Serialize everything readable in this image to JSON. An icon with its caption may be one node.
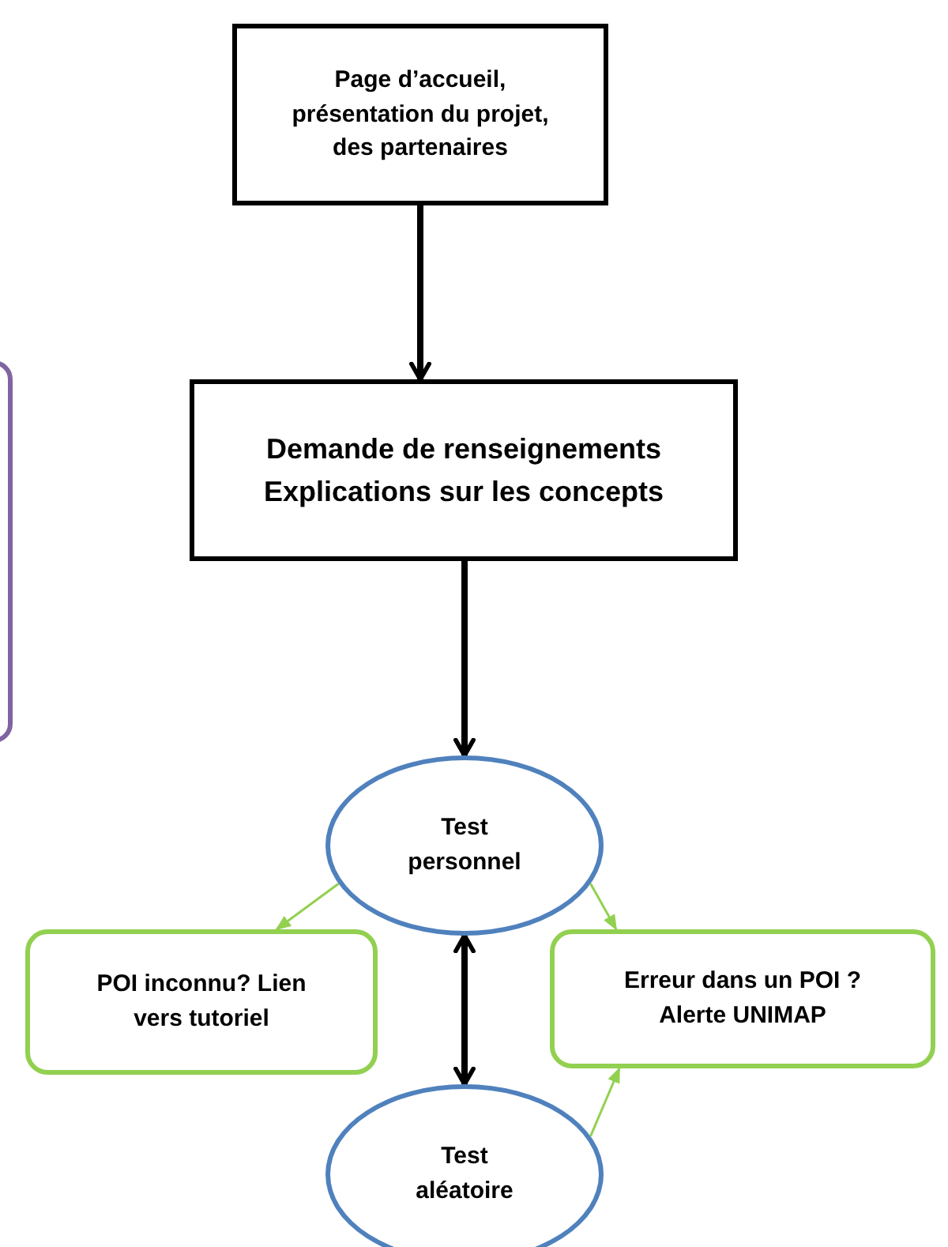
{
  "diagram": {
    "nodes": [
      {
        "text": [
          "Page d’accueil, présentation du projet, des partenaires"
        ]
      },
      {
        "text": [],
        "shape": "box"
      },
      {
        "text": [
          "Demande de renseignements",
          "Explications sur les concepts"
        ]
      },
      {
        "text": [
          "Test personnel"
        ]
      },
      {
        "text": [
          "POI inconnu? Lien vers tutoriel"
        ]
      },
      {
        "text": [
          "Erreur dans un POI ? Alerte UNIMAP"
        ]
      },
      {
        "text": [
          "Test aléatoire"
        ]
      }
    ],
    "edges": [
      {
        "from": 0,
        "to": 2,
        "arrow": "to",
        "style": "thick"
      },
      {
        "from": 2,
        "to": 3,
        "arrow": "to",
        "style": "thick"
      },
      {
        "from": 3,
        "to": 4,
        "arrow": "to",
        "color": "#92d050"
      },
      {
        "from": 3,
        "to": 5,
        "arrow": "to",
        "color": "#92d050"
      },
      {
        "from": 3,
        "to": 6,
        "arrow": "both",
        "style": "thick"
      },
      {
        "from": 6,
        "to": 5,
        "arrow": "to",
        "color": "#92d050"
      }
    ]
  }
}
